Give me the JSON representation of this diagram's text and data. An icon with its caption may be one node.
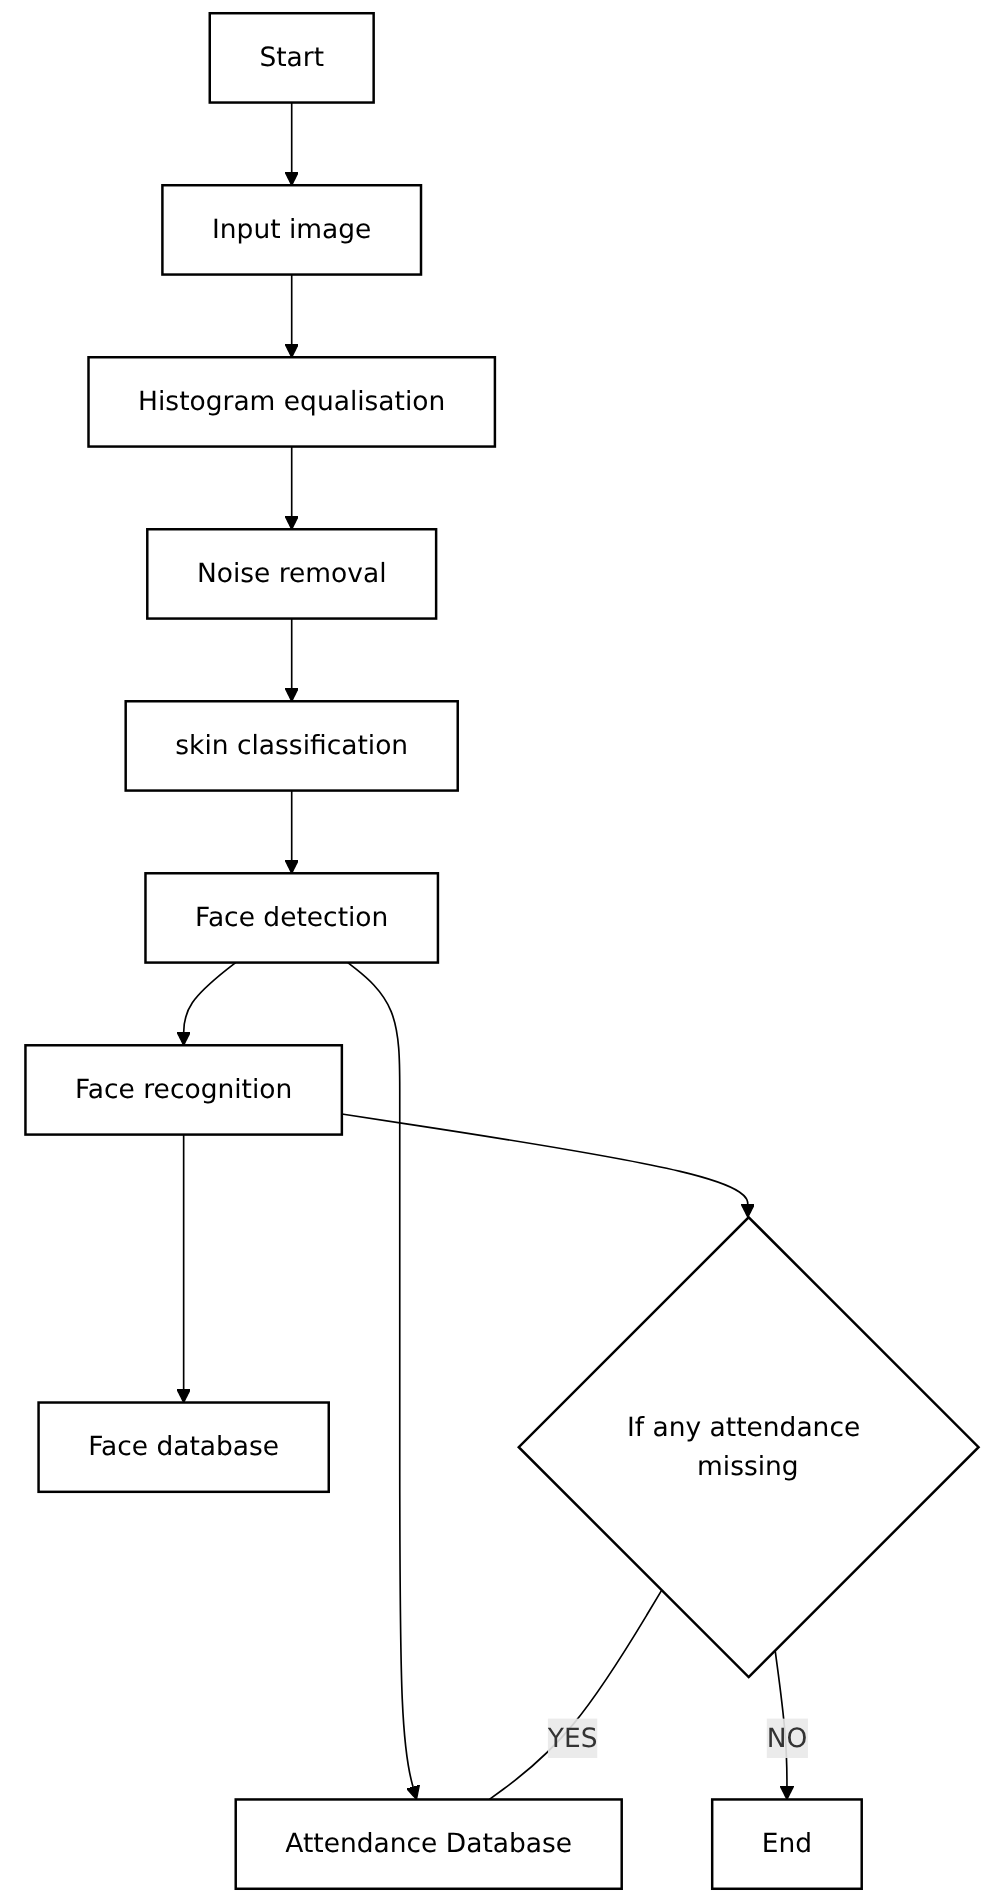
{
  "diagram": {
    "nodes": [
      {
        "text": [
          "Start"
        ]
      },
      {
        "text": [
          "Input image"
        ]
      },
      {
        "text": [
          "Histogram equalisation"
        ]
      },
      {
        "text": [
          "Noise removal"
        ]
      },
      {
        "text": [
          "skin classification"
        ]
      },
      {
        "text": [
          "Face detection"
        ]
      },
      {
        "text": [
          "Attendance Database"
        ]
      },
      {
        "text": [
          "Face recognition"
        ]
      },
      {
        "text": [
          "Face database"
        ]
      },
      {
        "text": [
          "If any attendance missing"
        ]
      },
      {
        "text": [
          "End"
        ]
      }
    ],
    "edges": [
      {
        "from": 0,
        "to": 1,
        "arrow": "to"
      },
      {
        "from": 1,
        "to": 2,
        "arrow": "to"
      },
      {
        "from": 2,
        "to": 3,
        "arrow": "to"
      },
      {
        "from": 3,
        "to": 4,
        "arrow": "to"
      },
      {
        "from": 4,
        "to": 5,
        "arrow": "to"
      },
      {
        "from": 5,
        "to": 6,
        "arrow": "to"
      },
      {
        "from": 5,
        "to": 7,
        "arrow": "to"
      },
      {
        "from": 7,
        "to": 8,
        "arrow": "to"
      },
      {
        "from": 7,
        "to": 9,
        "arrow": "to"
      },
      {
        "from": 9,
        "to": 10,
        "label": "NO",
        "arrow": "to"
      },
      {
        "from": 9,
        "to": 6,
        "label": "YES",
        "arrow": "none"
      }
    ]
  }
}
